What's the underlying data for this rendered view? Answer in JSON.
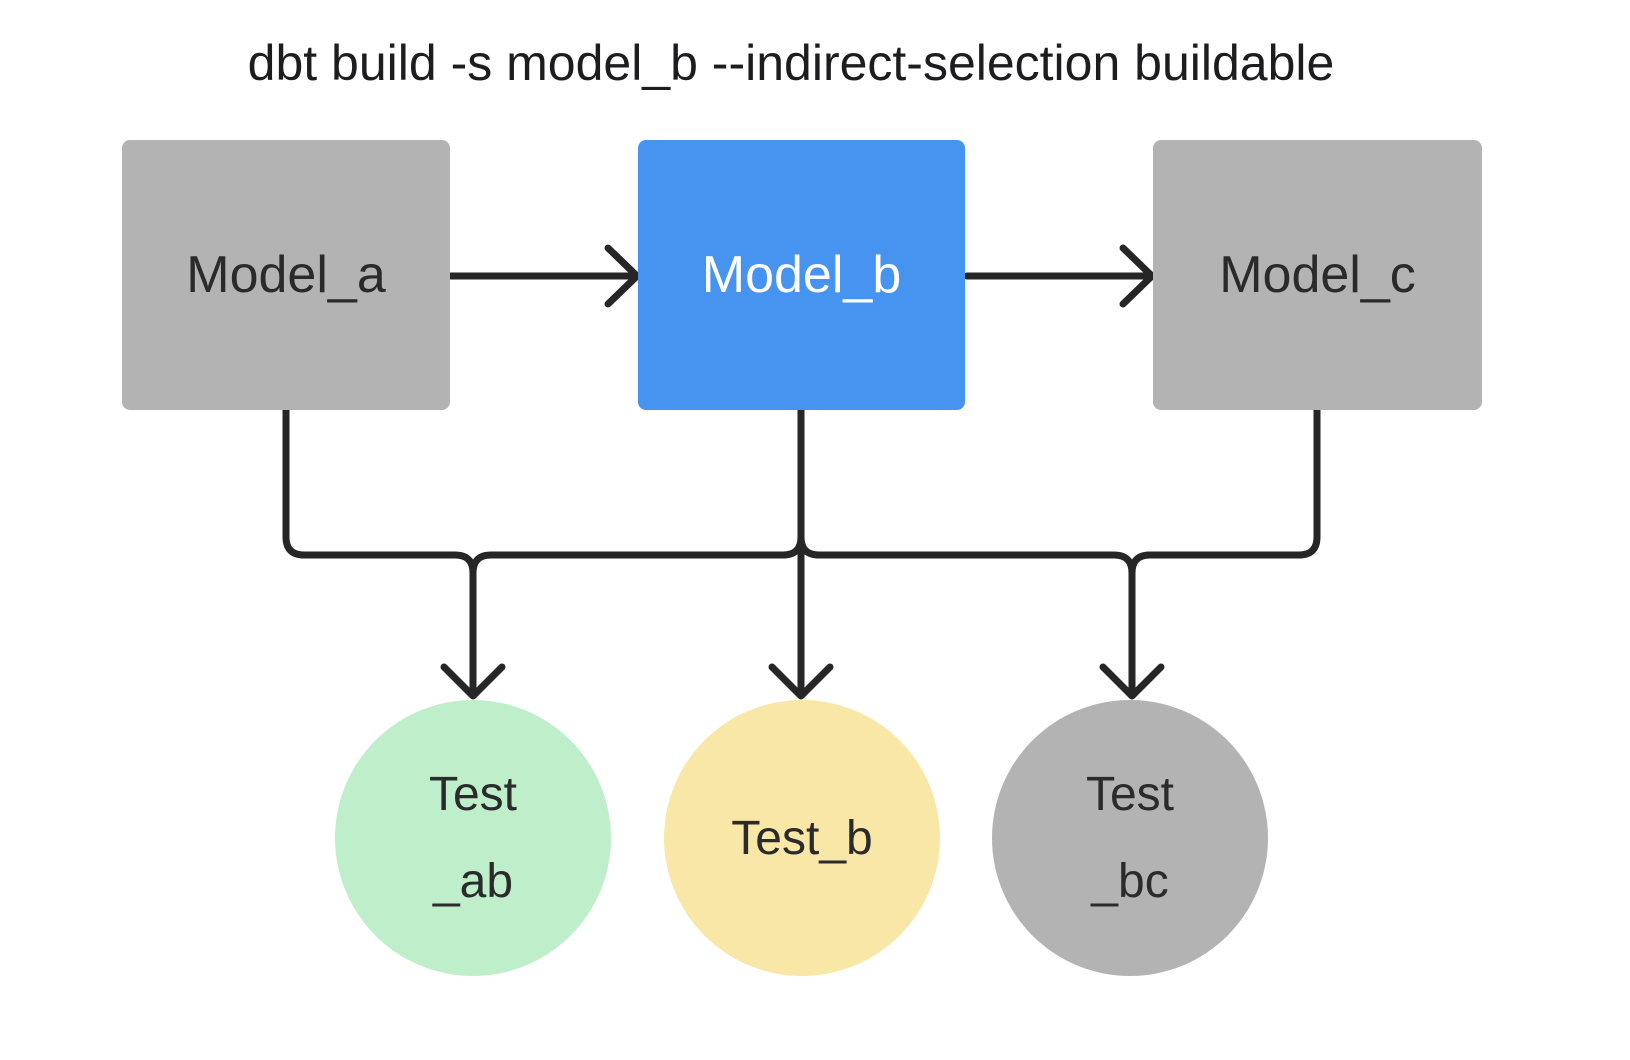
{
  "diagram": {
    "title": "dbt build -s model_b --indirect-selection buildable",
    "models": {
      "model_a": {
        "label": "Model_a",
        "state": "unselected"
      },
      "model_b": {
        "label": "Model_b",
        "state": "selected"
      },
      "model_c": {
        "label": "Model_c",
        "state": "unselected"
      }
    },
    "tests": {
      "test_ab": {
        "line1": "Test",
        "line2": "_ab"
      },
      "test_b": {
        "line1": "Test_b",
        "line2": ""
      },
      "test_bc": {
        "line1": "Test",
        "line2": "_bc"
      }
    },
    "edges": [
      {
        "from": "model_a",
        "to": "model_b"
      },
      {
        "from": "model_b",
        "to": "model_c"
      },
      {
        "from": "model_a",
        "to": "test_ab"
      },
      {
        "from": "model_b",
        "to": "test_ab"
      },
      {
        "from": "model_b",
        "to": "test_b"
      },
      {
        "from": "model_b",
        "to": "test_bc"
      },
      {
        "from": "model_c",
        "to": "test_bc"
      }
    ],
    "colors": {
      "background": "#ffffff",
      "selected_model_blue": "#4794f0",
      "unselected_gray": "#b3b3b3",
      "test_ab_green": "#bfeecb",
      "test_b_yellow": "#f8e7a7",
      "edge_stroke": "#262626",
      "title_text": "#1d1d1f",
      "dark_label_text": "#2a2a2a",
      "selected_label_text": "#ffffff"
    }
  }
}
